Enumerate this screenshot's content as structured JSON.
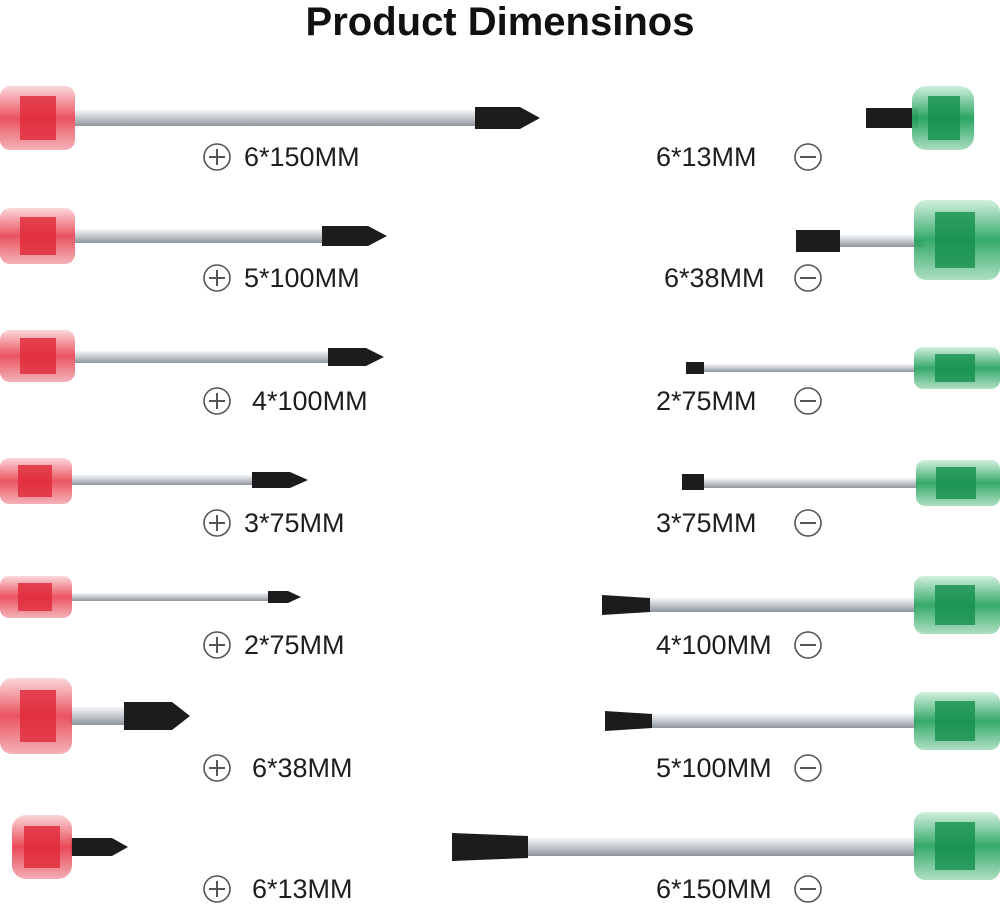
{
  "title": "Product Dimensinos",
  "colors": {
    "phillips_handle": "#e8414e",
    "slotted_handle": "#1fa05a",
    "shaft": "#c9ced3",
    "tip": "#1c1c1c",
    "label_text": "#1e1e1e"
  },
  "phillips": {
    "icon": "phillips-cross-icon",
    "items": [
      {
        "label": "6*150MM"
      },
      {
        "label": "5*100MM"
      },
      {
        "label": "4*100MM"
      },
      {
        "label": "3*75MM"
      },
      {
        "label": "2*75MM"
      },
      {
        "label": "6*38MM"
      },
      {
        "label": "6*13MM"
      }
    ]
  },
  "slotted": {
    "icon": "slotted-minus-icon",
    "items": [
      {
        "label": "6*13MM"
      },
      {
        "label": "6*38MM"
      },
      {
        "label": "2*75MM"
      },
      {
        "label": "3*75MM"
      },
      {
        "label": "4*100MM"
      },
      {
        "label": "5*100MM"
      },
      {
        "label": "6*150MM"
      }
    ]
  }
}
